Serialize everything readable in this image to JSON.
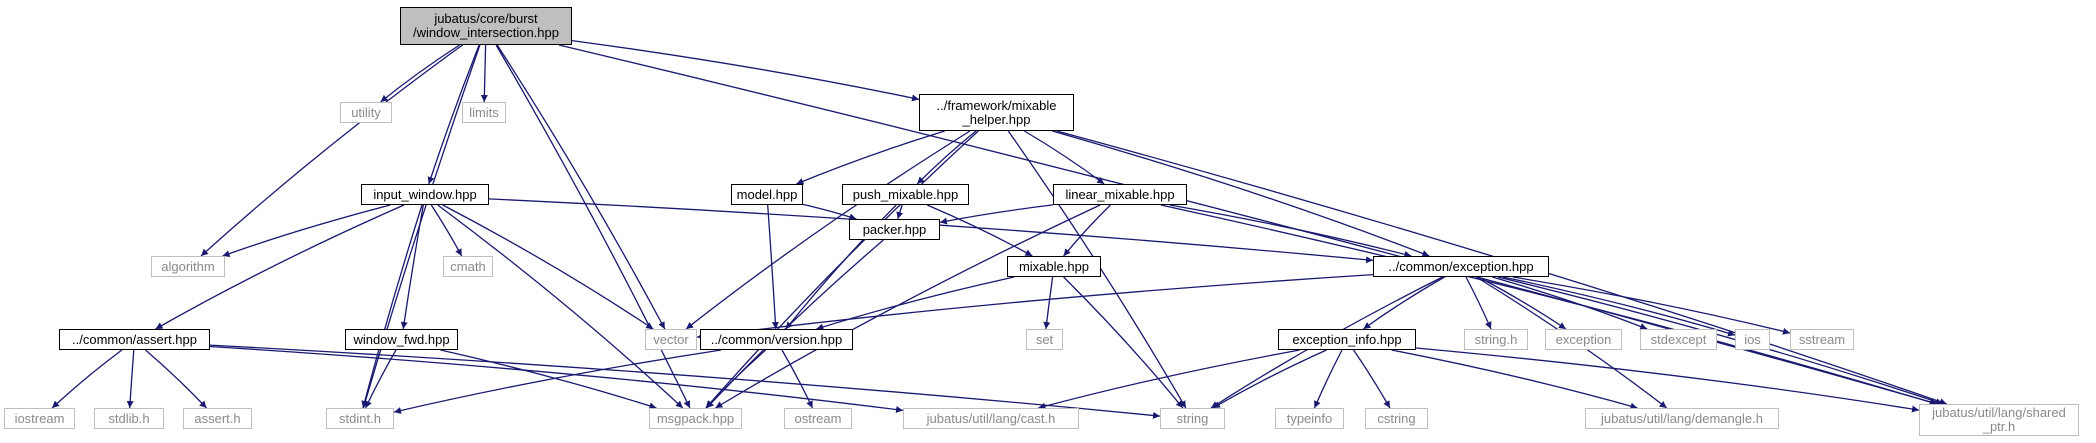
{
  "colors": {
    "edge": "#191970",
    "root_fill": "#bfbfbf",
    "local_border": "#000000",
    "external_border": "#bfbfbf",
    "external_text": "#8a8a8a"
  },
  "nodes": [
    {
      "id": "root",
      "label": "jubatus/core/burst\n/window_intersection.hpp",
      "kind": "root"
    },
    {
      "id": "utility",
      "label": "utility",
      "kind": "ext"
    },
    {
      "id": "limits",
      "label": "limits",
      "kind": "ext"
    },
    {
      "id": "mixable_helper",
      "label": "../framework/mixable\n_helper.hpp",
      "kind": "local"
    },
    {
      "id": "input_window",
      "label": "input_window.hpp",
      "kind": "local"
    },
    {
      "id": "model",
      "label": "model.hpp",
      "kind": "local"
    },
    {
      "id": "push_mixable",
      "label": "push_mixable.hpp",
      "kind": "local"
    },
    {
      "id": "linear_mixable",
      "label": "linear_mixable.hpp",
      "kind": "local"
    },
    {
      "id": "algorithm",
      "label": "algorithm",
      "kind": "ext"
    },
    {
      "id": "cmath",
      "label": "cmath",
      "kind": "ext"
    },
    {
      "id": "packer",
      "label": "packer.hpp",
      "kind": "local"
    },
    {
      "id": "mixable",
      "label": "mixable.hpp",
      "kind": "local"
    },
    {
      "id": "exception",
      "label": "../common/exception.hpp",
      "kind": "local"
    },
    {
      "id": "vector",
      "label": "vector",
      "kind": "ext"
    },
    {
      "id": "assert_hpp",
      "label": "../common/assert.hpp",
      "kind": "local"
    },
    {
      "id": "window_fwd",
      "label": "window_fwd.hpp",
      "kind": "local"
    },
    {
      "id": "version",
      "label": "../common/version.hpp",
      "kind": "local"
    },
    {
      "id": "set",
      "label": "set",
      "kind": "ext"
    },
    {
      "id": "exception_info",
      "label": "exception_info.hpp",
      "kind": "local"
    },
    {
      "id": "string_h",
      "label": "string.h",
      "kind": "ext"
    },
    {
      "id": "std_exception",
      "label": "exception",
      "kind": "ext"
    },
    {
      "id": "stdexcept",
      "label": "stdexcept",
      "kind": "ext"
    },
    {
      "id": "ios",
      "label": "ios",
      "kind": "ext"
    },
    {
      "id": "sstream",
      "label": "sstream",
      "kind": "ext"
    },
    {
      "id": "iostream",
      "label": "iostream",
      "kind": "ext"
    },
    {
      "id": "stdlib_h",
      "label": "stdlib.h",
      "kind": "ext"
    },
    {
      "id": "assert_h",
      "label": "assert.h",
      "kind": "ext"
    },
    {
      "id": "stdint_h",
      "label": "stdint.h",
      "kind": "ext"
    },
    {
      "id": "msgpack",
      "label": "msgpack.hpp",
      "kind": "ext"
    },
    {
      "id": "ostream",
      "label": "ostream",
      "kind": "ext"
    },
    {
      "id": "cast_h",
      "label": "jubatus/util/lang/cast.h",
      "kind": "ext"
    },
    {
      "id": "string",
      "label": "string",
      "kind": "ext"
    },
    {
      "id": "typeinfo",
      "label": "typeinfo",
      "kind": "ext"
    },
    {
      "id": "cstring",
      "label": "cstring",
      "kind": "ext"
    },
    {
      "id": "demangle_h",
      "label": "jubatus/util/lang/demangle.h",
      "kind": "ext"
    },
    {
      "id": "shared_ptr",
      "label": "jubatus/util/lang/shared\n_ptr.h",
      "kind": "ext"
    }
  ],
  "edges": [
    [
      "root",
      "utility"
    ],
    [
      "root",
      "limits"
    ],
    [
      "root",
      "mixable_helper"
    ],
    [
      "root",
      "input_window"
    ],
    [
      "root",
      "algorithm"
    ],
    [
      "root",
      "vector"
    ],
    [
      "root",
      "stdint_h"
    ],
    [
      "root",
      "msgpack"
    ],
    [
      "root",
      "shared_ptr"
    ],
    [
      "mixable_helper",
      "model"
    ],
    [
      "mixable_helper",
      "push_mixable"
    ],
    [
      "mixable_helper",
      "linear_mixable"
    ],
    [
      "mixable_helper",
      "exception"
    ],
    [
      "mixable_helper",
      "vector"
    ],
    [
      "mixable_helper",
      "msgpack"
    ],
    [
      "mixable_helper",
      "string"
    ],
    [
      "mixable_helper",
      "shared_ptr"
    ],
    [
      "input_window",
      "algorithm"
    ],
    [
      "input_window",
      "cmath"
    ],
    [
      "input_window",
      "exception"
    ],
    [
      "input_window",
      "vector"
    ],
    [
      "input_window",
      "assert_hpp"
    ],
    [
      "input_window",
      "window_fwd"
    ],
    [
      "input_window",
      "stdint_h"
    ],
    [
      "input_window",
      "msgpack"
    ],
    [
      "model",
      "packer"
    ],
    [
      "model",
      "version"
    ],
    [
      "push_mixable",
      "packer"
    ],
    [
      "push_mixable",
      "mixable"
    ],
    [
      "push_mixable",
      "version"
    ],
    [
      "linear_mixable",
      "packer"
    ],
    [
      "linear_mixable",
      "mixable"
    ],
    [
      "linear_mixable",
      "exception"
    ],
    [
      "linear_mixable",
      "msgpack"
    ],
    [
      "linear_mixable",
      "shared_ptr"
    ],
    [
      "packer",
      "msgpack"
    ],
    [
      "mixable",
      "set"
    ],
    [
      "mixable",
      "version"
    ],
    [
      "mixable",
      "string"
    ],
    [
      "exception",
      "vector"
    ],
    [
      "exception",
      "exception_info"
    ],
    [
      "exception",
      "string_h"
    ],
    [
      "exception",
      "std_exception"
    ],
    [
      "exception",
      "stdexcept"
    ],
    [
      "exception",
      "ios"
    ],
    [
      "exception",
      "sstream"
    ],
    [
      "exception",
      "string"
    ],
    [
      "exception",
      "demangle_h"
    ],
    [
      "exception",
      "shared_ptr"
    ],
    [
      "assert_hpp",
      "iostream"
    ],
    [
      "assert_hpp",
      "stdlib_h"
    ],
    [
      "assert_hpp",
      "assert_h"
    ],
    [
      "assert_hpp",
      "string"
    ],
    [
      "assert_hpp",
      "cast_h"
    ],
    [
      "window_fwd",
      "stdint_h"
    ],
    [
      "window_fwd",
      "msgpack"
    ],
    [
      "version",
      "stdint_h"
    ],
    [
      "version",
      "msgpack"
    ],
    [
      "version",
      "ostream"
    ],
    [
      "exception_info",
      "cast_h"
    ],
    [
      "exception_info",
      "string"
    ],
    [
      "exception_info",
      "typeinfo"
    ],
    [
      "exception_info",
      "cstring"
    ],
    [
      "exception_info",
      "demangle_h"
    ],
    [
      "exception_info",
      "shared_ptr"
    ]
  ]
}
